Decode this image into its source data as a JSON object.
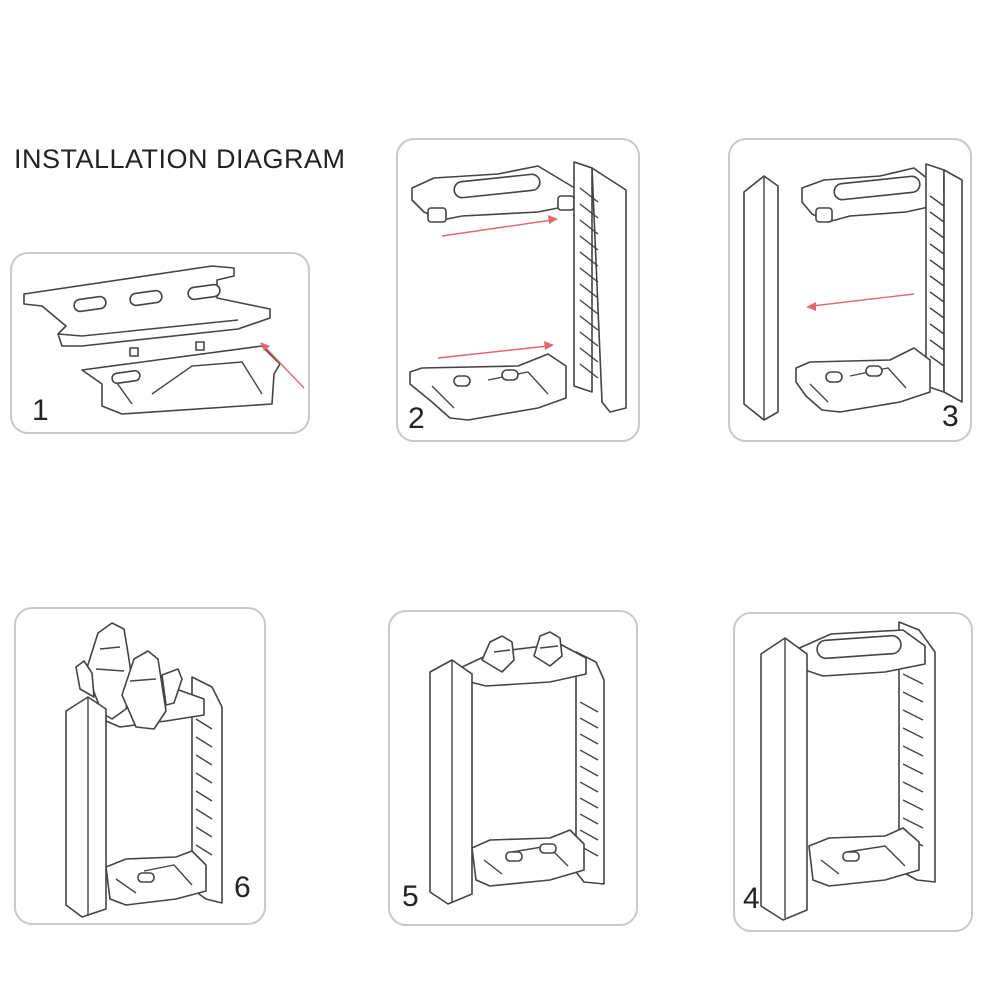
{
  "title": "INSTALLATION DIAGRAM",
  "colors": {
    "arrow": "#e06a6a",
    "line": "#444444",
    "border": "#c9c9c9"
  },
  "steps": [
    {
      "id": "1",
      "label": "1"
    },
    {
      "id": "2",
      "label": "2"
    },
    {
      "id": "3",
      "label": "3"
    },
    {
      "id": "4",
      "label": "4"
    },
    {
      "id": "5",
      "label": "5"
    },
    {
      "id": "6",
      "label": "6"
    }
  ]
}
